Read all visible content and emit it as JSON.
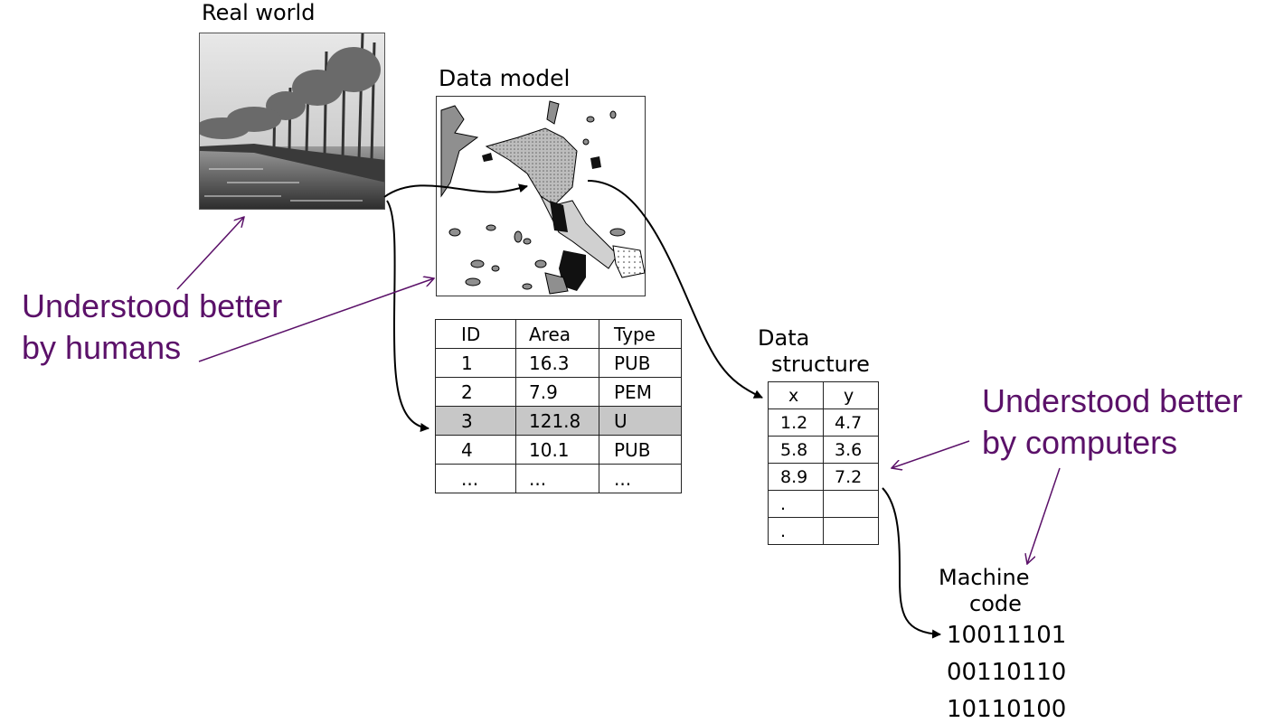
{
  "labels": {
    "real_world": "Real world",
    "data_model": "Data model",
    "data_structure_line1": "Data",
    "data_structure_line2": "structure",
    "machine_code_line1": "Machine",
    "machine_code_line2": "code"
  },
  "callouts": {
    "humans": [
      "Understood better",
      "by humans"
    ],
    "computers": [
      "Understood better",
      "by computers"
    ]
  },
  "attribute_table": {
    "headers": [
      "ID",
      "Area",
      "Type"
    ],
    "rows": [
      [
        "1",
        "16.3",
        "PUB"
      ],
      [
        "2",
        "7.9",
        "PEM"
      ],
      [
        "3",
        "121.8",
        "U"
      ],
      [
        "4",
        "10.1",
        "PUB"
      ],
      [
        "...",
        "...",
        "..."
      ]
    ],
    "highlighted_row": 3
  },
  "xy_table": {
    "headers": [
      "x",
      "y"
    ],
    "rows": [
      [
        "1.2",
        "4.7"
      ],
      [
        "5.8",
        "3.6"
      ],
      [
        "8.9",
        "7.2"
      ],
      [
        ".",
        ""
      ],
      [
        ".",
        ""
      ]
    ]
  },
  "binary": [
    "10011101",
    "00110110",
    "10110100"
  ],
  "colors": {
    "callout": "#5b1169",
    "highlight": "#c7c7c7"
  }
}
